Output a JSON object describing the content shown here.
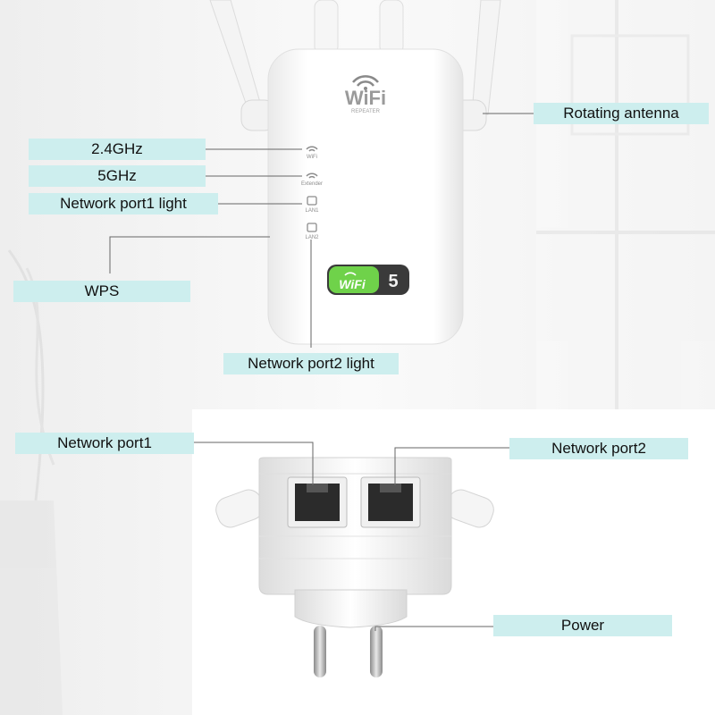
{
  "labels": {
    "band_24": "2.4GHz",
    "band_5": "5GHz",
    "lan1_light": "Network port1 light",
    "wps": "WPS",
    "lan2_light": "Network port2 light",
    "antenna": "Rotating antenna",
    "port1": "Network port1",
    "port2": "Network port2",
    "power": "Power"
  },
  "device": {
    "logo": "WiFi",
    "logo_sub": "REPEATER",
    "led_wifi": "WiFi",
    "led_extender": "Extender",
    "led_lan1": "LAN1",
    "led_lan2": "LAN2",
    "badge_text": "WiFi",
    "badge_number": "5"
  },
  "colors": {
    "label_bg": "#cdeeee",
    "badge_green": "#6fd24a",
    "badge_dark": "#3a3a3a"
  }
}
